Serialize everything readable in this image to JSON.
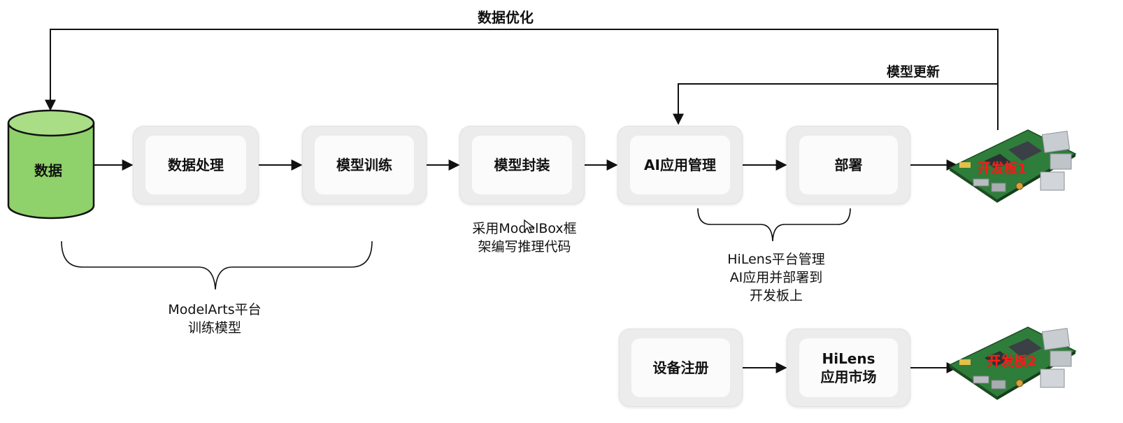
{
  "feedback": {
    "data_optimization": "数据优化",
    "model_update": "模型更新"
  },
  "nodes": {
    "data": "数据",
    "data_processing": "数据处理",
    "model_training": "模型训练",
    "model_packaging": "模型封装",
    "ai_app_management": "AI应用管理",
    "deploy": "部署",
    "device_registration": "设备注册",
    "hilens_app_market": "HiLens\n应用市场"
  },
  "boards": {
    "board1": "开发板1",
    "board2": "开发板2"
  },
  "annotations": {
    "modelarts": [
      "ModelArts平台",
      "训练模型"
    ],
    "modelbox": [
      "采用ModelBox框",
      "架编写推理代码"
    ],
    "hilens": [
      "HiLens平台管理",
      "AI应用并部署到",
      "开发板上"
    ]
  },
  "colors": {
    "database_fill": "#8fd16a",
    "database_top": "#a9dd86",
    "board_label": "#ff1a1a"
  }
}
